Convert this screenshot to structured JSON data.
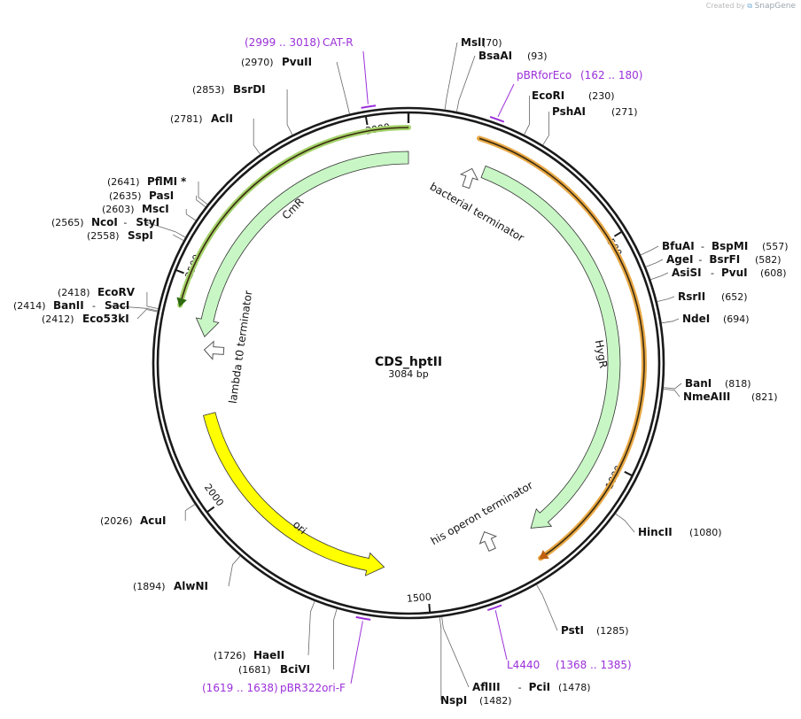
{
  "credit": {
    "prefix": "Created by",
    "brand": "SnapGene"
  },
  "plasmid": {
    "name": "CDS_hptII",
    "length_label": "3084 bp",
    "length": 3084
  },
  "ticks": [
    {
      "bp": 500,
      "label": "500"
    },
    {
      "bp": 1000,
      "label": "1000"
    },
    {
      "bp": 1500,
      "label": "1500"
    },
    {
      "bp": 2000,
      "label": "2000"
    },
    {
      "bp": 2500,
      "label": "2500"
    },
    {
      "bp": 3000,
      "label": "3000"
    }
  ],
  "features": [
    {
      "name": "HygR",
      "start": 183,
      "end": 1229,
      "dir": 1,
      "type": "cds",
      "color": "#c8f7c5"
    },
    {
      "name": "CmR",
      "start": 2376,
      "end": 3084,
      "dir": -1,
      "type": "cds",
      "color": "#c8f7c5"
    },
    {
      "name": "ori",
      "start": 1600,
      "end": 2190,
      "dir": -1,
      "type": "origin",
      "color": "#ffff00"
    },
    {
      "name": "bacterial terminator",
      "start": 120,
      "end": 190,
      "dir": -1,
      "type": "terminator"
    },
    {
      "name": "lambda t0 terminator",
      "start": 2310,
      "end": 2380,
      "dir": -1,
      "type": "terminator"
    },
    {
      "name": "his operon terminator",
      "start": 1300,
      "end": 1370,
      "dir": 1,
      "type": "terminator"
    }
  ],
  "outer_arcs": [
    {
      "start": 150,
      "end": 1250,
      "dir": 1,
      "color": "#e8a844"
    },
    {
      "start": 2435,
      "end": 3084,
      "dir": -1,
      "color": "#a4d26a"
    }
  ],
  "enzymes": [
    {
      "name": "MslI",
      "pos": "(70)",
      "bp": 70
    },
    {
      "name": "BsaAI",
      "pos": "(93)",
      "bp": 93
    },
    {
      "name": "EcoRI",
      "pos": "(230)",
      "bp": 230
    },
    {
      "name": "PshAI",
      "pos": "(271)",
      "bp": 271
    },
    {
      "name": "BfuAI",
      "sep": "-",
      "name2": "BspMI",
      "pos": "(557)",
      "bp": 557
    },
    {
      "name": "AgeI",
      "sep": "-",
      "name2": "BsrFI",
      "pos": "(582)",
      "bp": 582
    },
    {
      "name": "AsiSI",
      "sep": "-",
      "name2": "PvuI",
      "pos": "(608)",
      "bp": 608
    },
    {
      "name": "RsrII",
      "pos": "(652)",
      "bp": 652
    },
    {
      "name": "NdeI",
      "pos": "(694)",
      "bp": 694
    },
    {
      "name": "BanI",
      "pos": "(818)",
      "bp": 818
    },
    {
      "name": "NmeAIII",
      "pos": "(821)",
      "bp": 821
    },
    {
      "name": "HincII",
      "pos": "(1080)",
      "bp": 1080
    },
    {
      "name": "PstI",
      "pos": "(1285)",
      "bp": 1285
    },
    {
      "name": "AflIII",
      "sep": "-",
      "name2": "PciI",
      "pos": "(1478)",
      "bp": 1478
    },
    {
      "name": "NspI",
      "pos": "(1482)",
      "bp": 1482
    },
    {
      "name": "BciVI",
      "pos": "(1681)",
      "bp": 1681
    },
    {
      "name": "HaeII",
      "pos": "(1726)",
      "bp": 1726
    },
    {
      "name": "AlwNI",
      "pos": "(1894)",
      "bp": 1894
    },
    {
      "name": "AcuI",
      "pos": "(2026)",
      "bp": 2026
    },
    {
      "name": "Eco53kI",
      "pos": "(2412)",
      "bp": 2412
    },
    {
      "name": "BanII",
      "sep": "-",
      "name2": "SacI",
      "pos": "(2414)",
      "bp": 2414
    },
    {
      "name": "EcoRV",
      "pos": "(2418)",
      "bp": 2418
    },
    {
      "name": "SspI",
      "pos": "(2558)",
      "bp": 2558
    },
    {
      "name": "NcoI",
      "sep": "-",
      "name2": "StyI",
      "pos": "(2565)",
      "bp": 2565
    },
    {
      "name": "MscI",
      "pos": "(2603)",
      "bp": 2603
    },
    {
      "name": "PasI",
      "pos": "(2635)",
      "bp": 2635
    },
    {
      "name": "PflMI",
      "suffix": " *",
      "pos": "(2641)",
      "bp": 2641
    },
    {
      "name": "AclI",
      "pos": "(2781)",
      "bp": 2781
    },
    {
      "name": "BsrDI",
      "pos": "(2853)",
      "bp": 2853
    },
    {
      "name": "PvuII",
      "pos": "(2970)",
      "bp": 2970
    }
  ],
  "primers": [
    {
      "name": "CAT-R",
      "range": "(2999 .. 3018)",
      "bp": 3008
    },
    {
      "name": "pBRforEco",
      "range": "(162 .. 180)",
      "bp": 171
    },
    {
      "name": "L4440",
      "range": "(1368 .. 1385)",
      "bp": 1376
    },
    {
      "name": "pBR322ori-F",
      "range": "(1619 .. 1638)",
      "bp": 1628
    }
  ],
  "colors": {
    "backbone": "#1a1a1a",
    "primer": "#9b30d9",
    "leader": "#666666"
  }
}
